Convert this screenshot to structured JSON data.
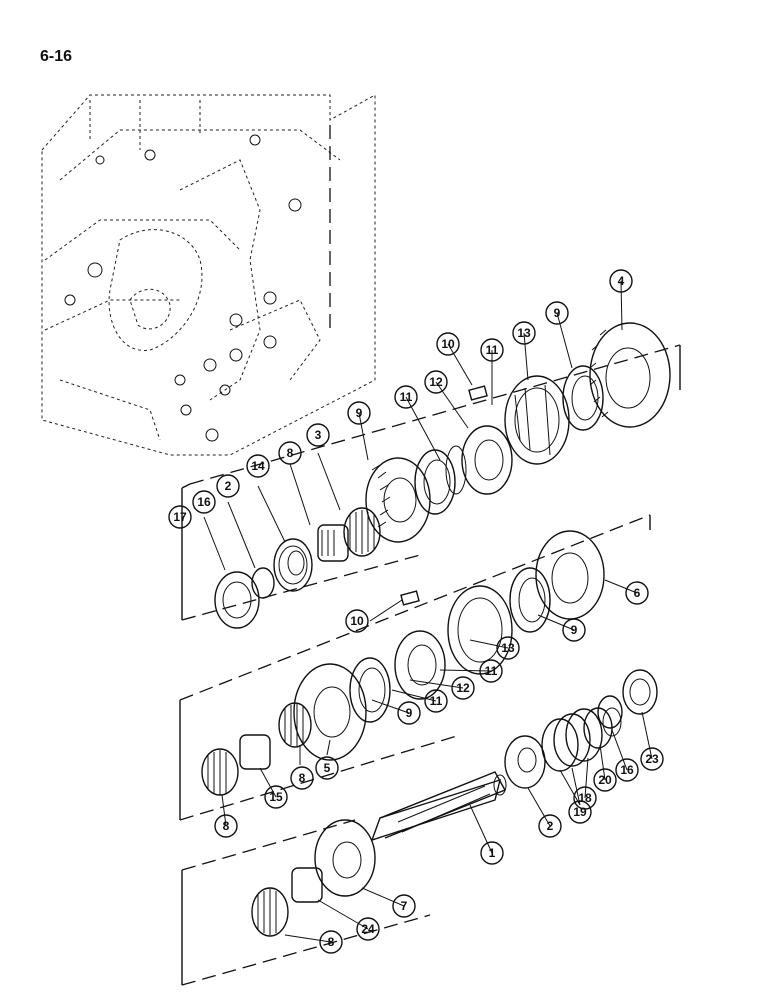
{
  "page": {
    "number": "6-16"
  },
  "callouts": [
    {
      "id": "c-4a",
      "label": "4"
    },
    {
      "id": "c-9a",
      "label": "9"
    },
    {
      "id": "c-13a",
      "label": "13"
    },
    {
      "id": "c-11a",
      "label": "11"
    },
    {
      "id": "c-10a",
      "label": "10"
    },
    {
      "id": "c-12a",
      "label": "12"
    },
    {
      "id": "c-11b",
      "label": "11"
    },
    {
      "id": "c-9b",
      "label": "9"
    },
    {
      "id": "c-3",
      "label": "3"
    },
    {
      "id": "c-8a",
      "label": "8"
    },
    {
      "id": "c-14",
      "label": "14"
    },
    {
      "id": "c-2a",
      "label": "2"
    },
    {
      "id": "c-16a",
      "label": "16"
    },
    {
      "id": "c-17",
      "label": "17"
    },
    {
      "id": "c-6",
      "label": "6"
    },
    {
      "id": "c-9c",
      "label": "9"
    },
    {
      "id": "c-10b",
      "label": "10"
    },
    {
      "id": "c-13b",
      "label": "13"
    },
    {
      "id": "c-11c",
      "label": "11"
    },
    {
      "id": "c-12b",
      "label": "12"
    },
    {
      "id": "c-11d",
      "label": "11"
    },
    {
      "id": "c-9d",
      "label": "9"
    },
    {
      "id": "c-5",
      "label": "5"
    },
    {
      "id": "c-8b",
      "label": "8"
    },
    {
      "id": "c-15",
      "label": "15"
    },
    {
      "id": "c-8c",
      "label": "8"
    },
    {
      "id": "c-23",
      "label": "23"
    },
    {
      "id": "c-16b",
      "label": "16"
    },
    {
      "id": "c-20",
      "label": "20"
    },
    {
      "id": "c-18",
      "label": "18"
    },
    {
      "id": "c-19",
      "label": "19"
    },
    {
      "id": "c-2b",
      "label": "2"
    },
    {
      "id": "c-1",
      "label": "1"
    },
    {
      "id": "c-7",
      "label": "7"
    },
    {
      "id": "c-24",
      "label": "24"
    },
    {
      "id": "c-8d",
      "label": "8"
    }
  ]
}
